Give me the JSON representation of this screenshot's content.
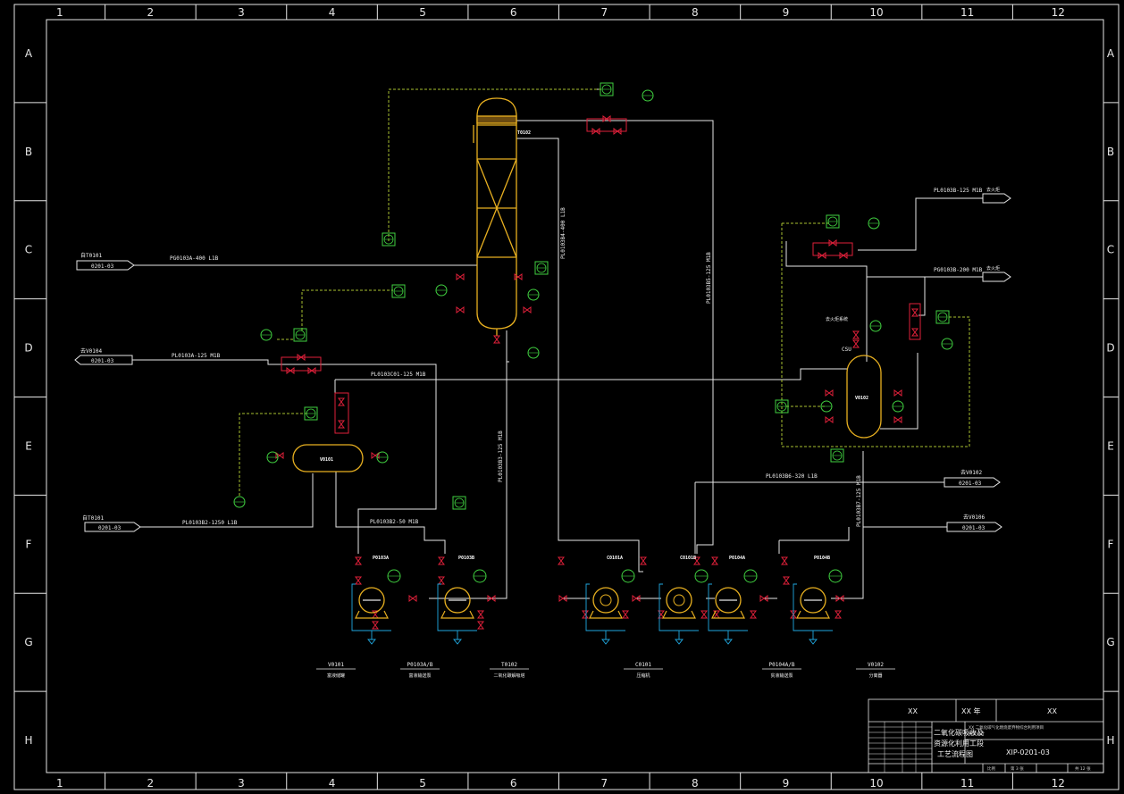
{
  "grid": {
    "cols": [
      "1",
      "2",
      "3",
      "4",
      "5",
      "6",
      "7",
      "8",
      "9",
      "10",
      "11",
      "12"
    ],
    "rows": [
      "A",
      "B",
      "C",
      "D",
      "E",
      "F",
      "G",
      "H"
    ]
  },
  "colors": {
    "process_line": "#e6e6e6",
    "equipment": "#e8b020",
    "valve": "#e0203a",
    "instrument": "#40d040",
    "signal_line": "#a8c030",
    "cooling": "#20a8e0"
  },
  "equipment_tags": {
    "t0102": "T0102",
    "v0101": "V0101",
    "v0102": "V0102"
  },
  "pipe_labels": {
    "feed_in": "PG0103A-400 L1B",
    "line_d": "PL0103A-125 M1B",
    "line_e": "PL0103C01-125 M1B",
    "line_f1": "PL0103B2-1250 L1B",
    "line_f2": "PL0103B2-50 M1B",
    "line_right_top": "PL0103B-125 M1B",
    "line_right_2": "PG0103B-200 M1B",
    "line_f3": "PL0103B6-320 L1B",
    "vert_1": "PL0103B4-400 L1B",
    "vert_2": "PL0103B5-125 M1B",
    "vert_3": "PL0103B3-125 M1B",
    "vert_4": "PL0103B7-125 M1B"
  },
  "connectors": {
    "c1_head": "自T0101",
    "c1_box": "0201-03",
    "c2_head": "去V0104",
    "c2_box": "0201-03",
    "c3_head": "自T0101",
    "c3_box": "0201-03",
    "c4_head": "去V0102",
    "c4_box": "0201-03",
    "c5_head": "去V0106",
    "c5_box": "0201-03",
    "r1_head": "去火炬",
    "r2_head": "去火炬"
  },
  "csu_label": "CSU",
  "vent_label": "去火炬系统",
  "pump_tags": [
    "P0103A",
    "P0103B",
    "C0101A",
    "C0101B",
    "P0104A",
    "P0104B"
  ],
  "bottom_legend": [
    {
      "tag": "V0101",
      "desc": "富液储罐"
    },
    {
      "tag": "P0103A/B",
      "desc": "富液输送泵"
    },
    {
      "tag": "T0102",
      "desc": "二氧化碳解吸塔"
    },
    {
      "tag": "C0101",
      "desc": "压缩机"
    },
    {
      "tag": "P0104A/B",
      "desc": "贫液输送泵"
    },
    {
      "tag": "V0102",
      "desc": "分离器"
    }
  ],
  "title_block": {
    "top_left": "XX",
    "top_mid": "XX 年",
    "top_right": "XX",
    "project_line1": "XX 二氧化碳气化燃烧废弃物综合利用项目",
    "project_line2": "初步设计",
    "title_1": "二氧化碳吸收及",
    "title_2": "资源化利用工段",
    "title_3": "工艺流程图",
    "drawing_no": "XIP-0201-03",
    "footer_1": "比例",
    "footer_2": "第 3 张",
    "footer_3": "共 12 张"
  }
}
